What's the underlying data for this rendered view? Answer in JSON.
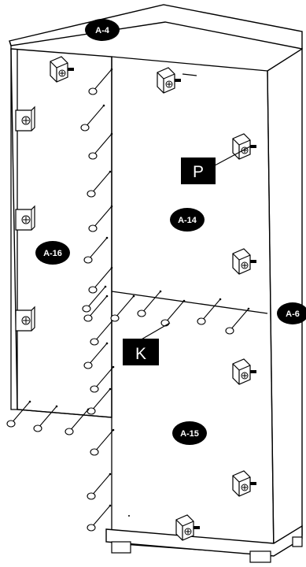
{
  "parts": {
    "top_panel": "A-4",
    "right_panel": "A-6",
    "upper_back_panel": "A-14",
    "lower_back_panel": "A-15",
    "door": "A-16"
  },
  "callouts": {
    "bracket": "P",
    "nail": "K"
  },
  "colors": {
    "ink": "#000000",
    "paper": "#ffffff"
  }
}
